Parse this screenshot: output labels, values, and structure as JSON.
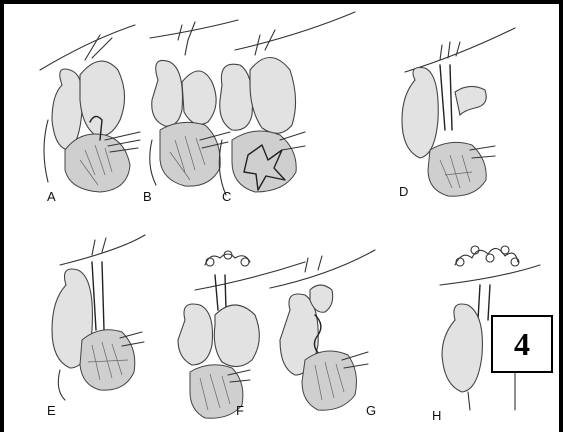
{
  "figure": {
    "badge": "4",
    "panels": [
      {
        "id": "A",
        "label": "A"
      },
      {
        "id": "B",
        "label": "B"
      },
      {
        "id": "C",
        "label": "C"
      },
      {
        "id": "D",
        "label": "D"
      },
      {
        "id": "E",
        "label": "E"
      },
      {
        "id": "F",
        "label": "F"
      },
      {
        "id": "G",
        "label": "G"
      },
      {
        "id": "H",
        "label": "H"
      }
    ]
  }
}
